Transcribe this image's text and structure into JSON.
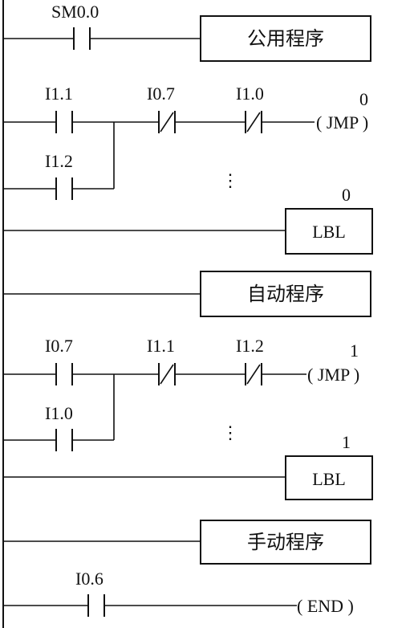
{
  "contacts": {
    "sm00": "SM0.0",
    "i11_a": "I1.1",
    "i12_a": "I1.2",
    "i07_a": "I0.7",
    "i10_a": "I1.0",
    "i07_b": "I0.7",
    "i10_b": "I1.0",
    "i11_b": "I1.1",
    "i12_b": "I1.2",
    "i06": "I0.6"
  },
  "boxes": {
    "common": "公用程序",
    "auto": "自动程序",
    "manual": "手动程序",
    "lbl0": "LBL",
    "lbl1": "LBL"
  },
  "coils": {
    "jmp0_num": "0",
    "jmp0": "( JMP )",
    "jmp1_num": "1",
    "jmp1": "( JMP )",
    "lbl0_num": "0",
    "lbl1_num": "1",
    "end": "( END )"
  },
  "ellipsis": "⋮"
}
